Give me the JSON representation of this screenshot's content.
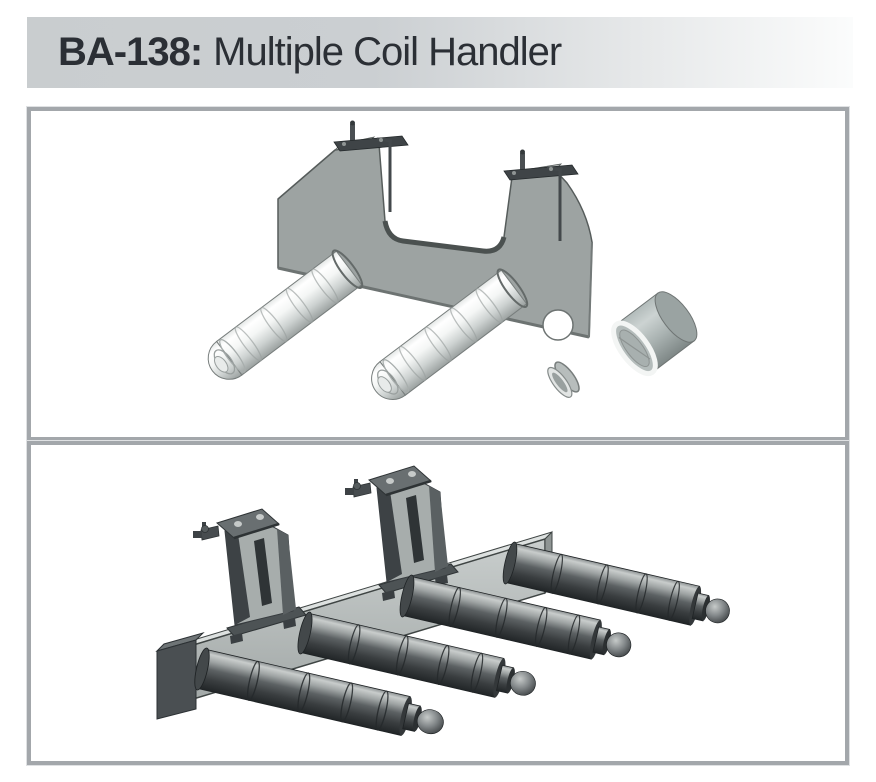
{
  "header": {
    "code": "BA-138:",
    "title": "Multiple Coil Handler",
    "text_color": "#2b2f35",
    "bar_gradient_left": "#c9cdcf",
    "bar_gradient_right": "#fbfcfc"
  },
  "figures": [
    {
      "name": "coil-handler-detail-drawing",
      "alt": "C-frame plate with two clamp fittings on top, two segmented lifting spindles, a spacer sleeve and a retaining ring"
    },
    {
      "name": "coil-handler-assembly-drawing",
      "alt": "Multiple coil handler beam with two hanger brackets and four segmented coil spindles"
    }
  ],
  "colors": {
    "panel_border": "#a3a7ab",
    "steel_plate": "#9da3a2",
    "steel_dark": "#464b4e"
  }
}
